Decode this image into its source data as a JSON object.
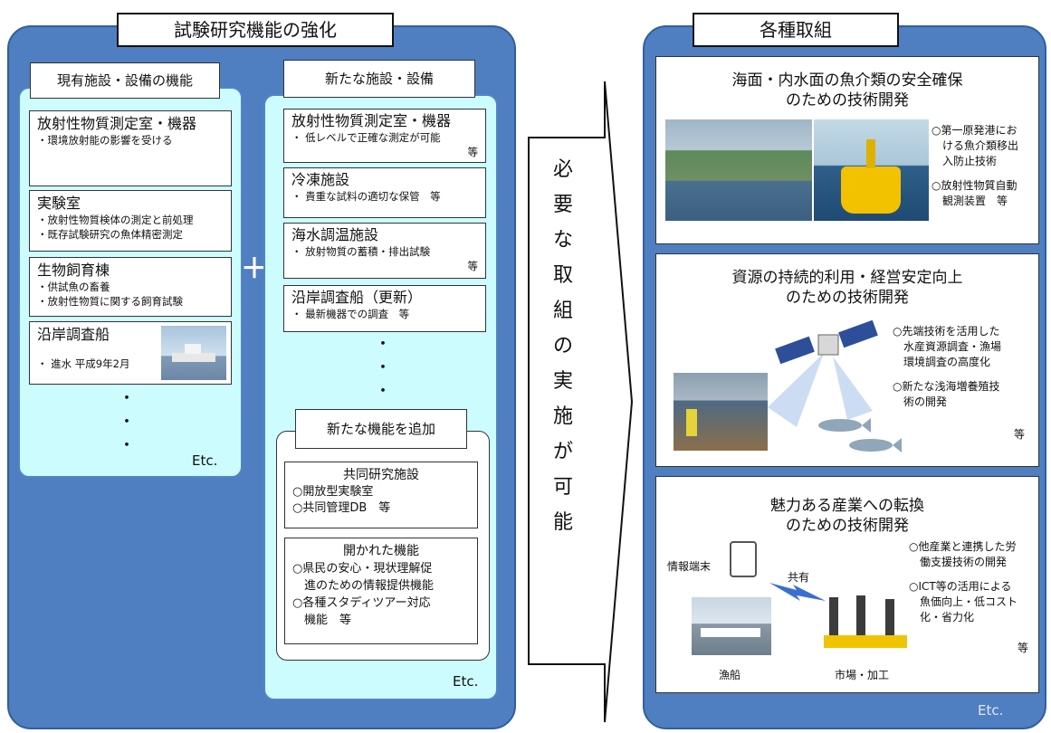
{
  "left": {
    "title": "試験研究機能の強化",
    "existing": {
      "header": "現有施設・設備の機能",
      "items": [
        {
          "title": "放射性物質測定室・機器",
          "lines": [
            "・環境放射能の影響を受ける"
          ]
        },
        {
          "title": "実験室",
          "lines": [
            "・放射性物質検体の測定と前処理",
            "・既存試験研究の魚体精密測定"
          ]
        },
        {
          "title": "生物飼育棟",
          "lines": [
            "・供試魚の畜養",
            "・放射性物質に関する飼育試験"
          ]
        },
        {
          "title": "沿岸調査船",
          "lines": [
            "・ 進水 平成9年2月"
          ]
        }
      ],
      "dots": "・",
      "etc": "Etc."
    },
    "plus": "＋",
    "new": {
      "header": "新たな施設・設備",
      "items": [
        {
          "title": "放射性物質測定室・機器",
          "lines": [
            "・ 低レベルで正確な測定が可能"
          ],
          "suffix": "等"
        },
        {
          "title": "冷凍施設",
          "lines": [
            "・ 貴重な試料の適切な保管　等"
          ]
        },
        {
          "title": "海水調温施設",
          "lines": [
            "・ 放射物質の蓄積・排出試験"
          ],
          "suffix": "等"
        },
        {
          "title": "沿岸調査船（更新）",
          "lines": [
            "・ 最新機器での調査　等"
          ]
        }
      ],
      "dots": "・",
      "added": {
        "header": "新たな機能を追加",
        "items": [
          {
            "title": "共同研究施設",
            "lines": [
              "○開放型実験室",
              "○共同管理DB　等"
            ]
          },
          {
            "title": "開かれた機能",
            "lines": [
              "○県民の安心・現状理解促",
              "　進のための情報提供機能",
              "○各種スタディツアー対応",
              "　機能　等"
            ]
          }
        ]
      },
      "etc": "Etc."
    }
  },
  "arrow": {
    "chars": [
      "必",
      "要",
      "な",
      "取",
      "組",
      "の",
      "実",
      "施",
      "が",
      "可",
      "能"
    ]
  },
  "right": {
    "title": "各種取組",
    "sections": [
      {
        "title": [
          "海面・内水面の魚介類の安全確保",
          "のための技術開発"
        ],
        "notes": [
          "○第一原発港にお",
          "　ける魚介類移出",
          "　入防止技術",
          "",
          "○放射性物質自動",
          "　観測装置　等"
        ]
      },
      {
        "title": [
          "資源の持続的利用・経営安定向上",
          "のための技術開発"
        ],
        "notes": [
          "○先端技術を活用した",
          "　水産資源調査・漁場",
          "　環境調査の高度化",
          "",
          "○新たな浅海増養殖技",
          "　術の開発"
        ],
        "suffix": "等"
      },
      {
        "title": [
          "魅力ある産業への転換",
          "のための技術開発"
        ],
        "notes": [
          "○他産業と連携した労",
          "　働支援技術の開発",
          "",
          "○ICT等の活用による",
          "　魚価向上・低コスト",
          "　化・省力化"
        ],
        "suffix": "等",
        "labels": {
          "terminal": "情報端末",
          "share": "共有",
          "boat": "漁船",
          "market": "市場・加工"
        }
      }
    ],
    "etc": "Etc."
  },
  "colors": {
    "panel": "#4f7fc0",
    "cyan": "#ccfcfe",
    "border": "#4f86c6"
  }
}
